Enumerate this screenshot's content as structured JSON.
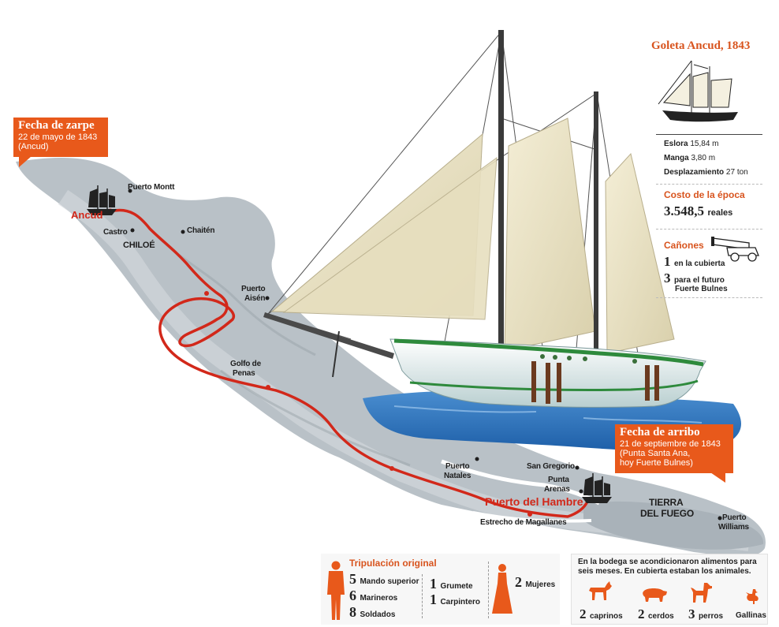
{
  "colors": {
    "accent": "#e8591b",
    "route": "#d2281a",
    "sea": "#2f6fb4",
    "land": "#b7bfc5",
    "sail": "#ede6c9",
    "hull": "#eef4f2",
    "stripe": "#2e8a3c"
  },
  "departure": {
    "title": "Fecha de zarpe",
    "date": "22 de mayo de 1843",
    "place": "(Ancud)"
  },
  "arrival": {
    "title": "Fecha de arribo",
    "date": "21 de septiembre de 1843",
    "place_line1": "(Punta Santa Ana,",
    "place_line2": "hoy Fuerte Bulnes)"
  },
  "map": {
    "places": {
      "puerto_montt": "Puerto Montt",
      "ancud": "Ancud",
      "castro": "Castro",
      "chiloe": "CHILOÉ",
      "chaiten": "Chaitén",
      "puerto_aisen_1": "Puerto",
      "puerto_aisen_2": "Aisén",
      "golfo_penas_1": "Golfo de",
      "golfo_penas_2": "Penas",
      "puerto_natales_1": "Puerto",
      "puerto_natales_2": "Natales",
      "san_gregorio": "San Gregorio",
      "punta_arenas_1": "Punta",
      "punta_arenas_2": "Arenas",
      "puerto_hambre": "Puerto del Hambre",
      "estrecho": "Estrecho de Magallanes",
      "tierra_fuego_1": "TIERRA",
      "tierra_fuego_2": "DEL FUEGO",
      "puerto_williams_1": "Puerto",
      "puerto_williams_2": "Williams"
    }
  },
  "specs": {
    "title": "Goleta Ancud, 1843",
    "eslora_label": "Eslora",
    "eslora_value": "15,84 m",
    "manga_label": "Manga",
    "manga_value": "3,80 m",
    "desplazamiento_label": "Desplazamiento",
    "desplazamiento_value": "27 ton",
    "cost_title": "Costo de la época",
    "cost_value": "3.548,5",
    "cost_unit": "reales",
    "cannons_title": "Cañones",
    "cannon1_num": "1",
    "cannon1_text": "en la cubierta",
    "cannon2_num": "3",
    "cannon2_line1": "para el futuro",
    "cannon2_line2": "Fuerte Bulnes"
  },
  "crew": {
    "title": "Tripulación original",
    "items": [
      {
        "num": "5",
        "label": "Mando superior"
      },
      {
        "num": "6",
        "label": "Marineros"
      },
      {
        "num": "8",
        "label": "Soldados"
      },
      {
        "num": "1",
        "label": "Grumete"
      },
      {
        "num": "1",
        "label": "Carpintero"
      },
      {
        "num": "2",
        "label": "Mujeres"
      }
    ]
  },
  "hold": {
    "line1": "En la bodega se acondicionaron alimentos para",
    "line2": "seis meses. En cubierta estaban los animales.",
    "animals": [
      {
        "num": "2",
        "label": "caprinos"
      },
      {
        "num": "2",
        "label": "cerdos"
      },
      {
        "num": "3",
        "label": "perros"
      },
      {
        "num": "",
        "label": "Gallinas"
      }
    ]
  }
}
